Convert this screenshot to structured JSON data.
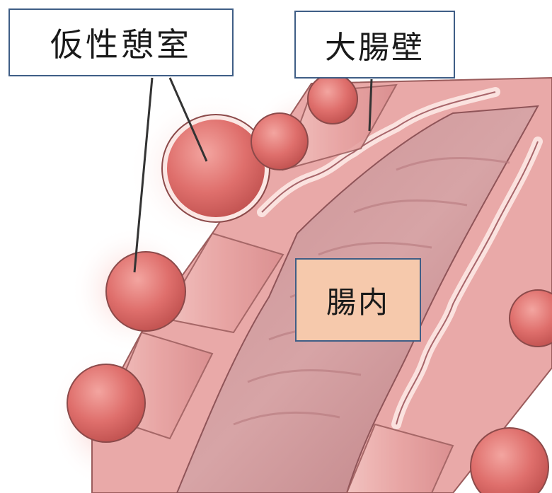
{
  "labels": {
    "diverticulum": "仮性憩室",
    "colon_wall": "大腸壁",
    "lumen": "腸内"
  },
  "colors": {
    "box_border": "#3f5e86",
    "lumen_box_fill": "#f6c9ac",
    "tissue": "#e8a3a3",
    "pouch": "#e07070",
    "leader_line": "#333333"
  }
}
